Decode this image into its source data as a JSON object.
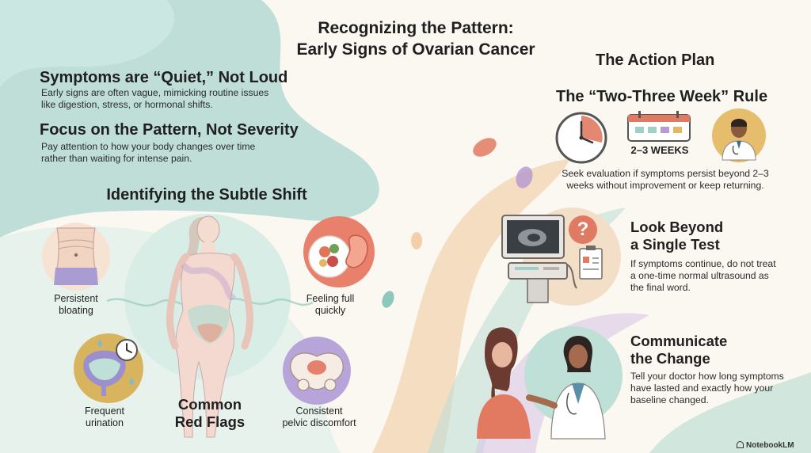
{
  "title": {
    "line1": "Recognizing the Pattern:",
    "line2": "Early Signs of Ovarian Cancer"
  },
  "left": {
    "quiet_heading": "Symptoms are “Quiet,” Not Loud",
    "quiet_body_1": "Early signs are often vague, mimicking routine issues",
    "quiet_body_2": "like digestion, stress, or hormonal shifts.",
    "focus_heading": "Focus on the Pattern, Not Severity",
    "focus_body_1": "Pay attention to how your body changes over time",
    "focus_body_2": "rather than waiting for intense pain.",
    "shift_heading": "Identifying the Subtle Shift",
    "bloating_1": "Persistent",
    "bloating_2": "bloating",
    "full_1": "Feeling full",
    "full_2": "quickly",
    "urination_1": "Frequent",
    "urination_2": "urination",
    "flags_1": "Common",
    "flags_2": "Red Flags",
    "pelvic_1": "Consistent",
    "pelvic_2": "pelvic discomfort"
  },
  "right": {
    "plan_heading": "The Action Plan",
    "rule_heading": "The “Two-Three Week” Rule",
    "weeks_label": "2–3 WEEKS",
    "rule_body_1": "Seek evaluation if symptoms persist beyond 2–3",
    "rule_body_2": "weeks without improvement or keep returning.",
    "test_heading_1": "Look Beyond",
    "test_heading_2": "a Single Test",
    "test_body_1": "If symptoms continue, do not treat",
    "test_body_2": "a one-time normal ultrasound as",
    "test_body_3": "the final word.",
    "comm_heading_1": "Communicate",
    "comm_heading_2": "the Change",
    "comm_body_1": "Tell your doctor how long symptoms",
    "comm_body_2": "have lasted and exactly how your",
    "comm_body_3": "baseline changed.",
    "question_mark": "?"
  },
  "watermark": "NotebookLM",
  "colors": {
    "teal": "#9fcfc6",
    "teal_dark": "#6fb3aa",
    "peach": "#f3d6b4",
    "coral": "#e07a62",
    "purple": "#b99bd0",
    "gold": "#e5b764"
  }
}
